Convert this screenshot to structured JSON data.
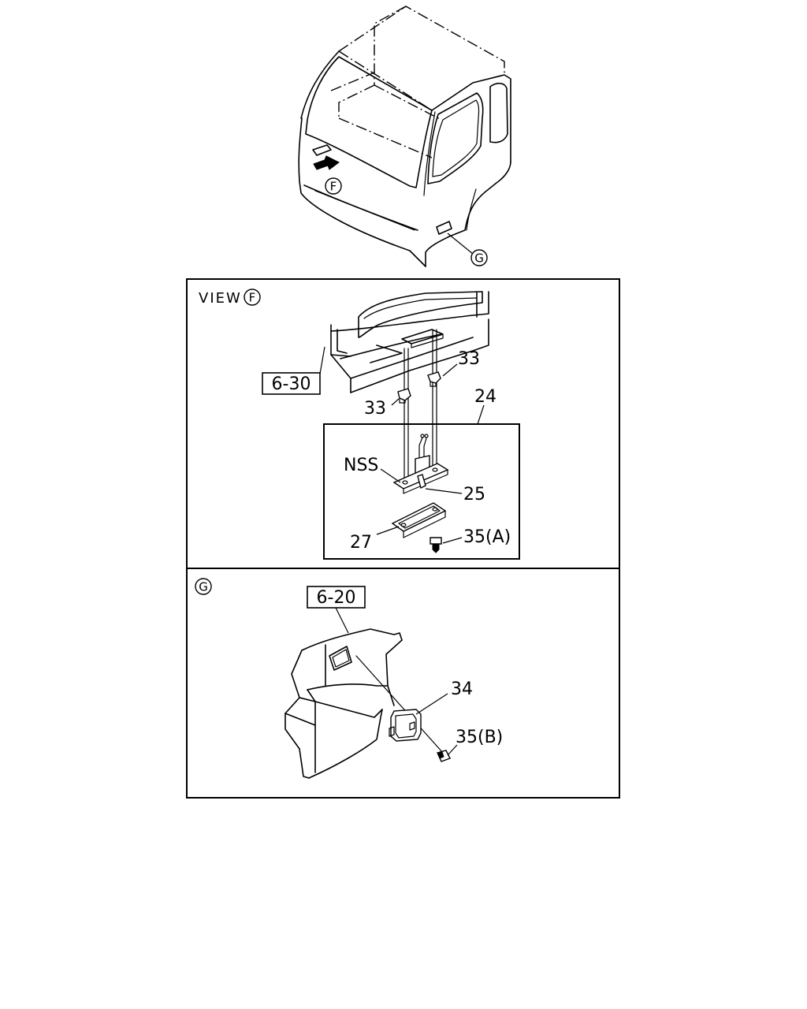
{
  "cab_view": {
    "callout_f": "F",
    "callout_g": "G"
  },
  "view_f": {
    "title": "VIEW",
    "title_circle": "F",
    "ref_box": "6-30",
    "parts": {
      "p33_upper": "33",
      "p33_lower": "33",
      "p24": "24",
      "nss": "NSS",
      "p25": "25",
      "p27": "27",
      "p35a": "35(A)"
    }
  },
  "view_g": {
    "title_circle": "G",
    "ref_box": "6-20",
    "parts": {
      "p34": "34",
      "p35b": "35(B)"
    }
  }
}
